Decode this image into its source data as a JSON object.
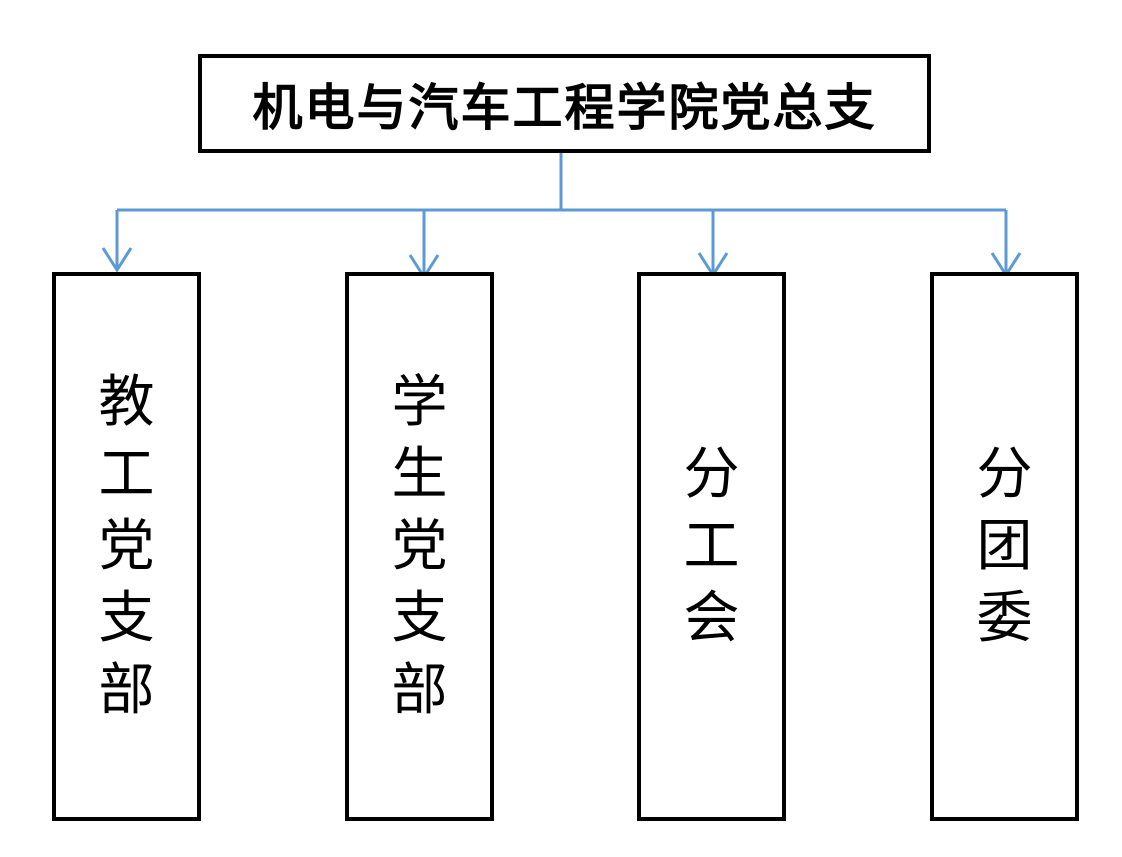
{
  "diagram": {
    "root": {
      "label": "机电与汽车工程学院党总支"
    },
    "children": [
      {
        "label": "教工党支部"
      },
      {
        "label": "学生党支部"
      },
      {
        "label": "分工会"
      },
      {
        "label": "分团委"
      }
    ]
  },
  "colors": {
    "connector": "#5b9bd5",
    "border": "#000000",
    "text": "#000000",
    "background": "#ffffff"
  }
}
